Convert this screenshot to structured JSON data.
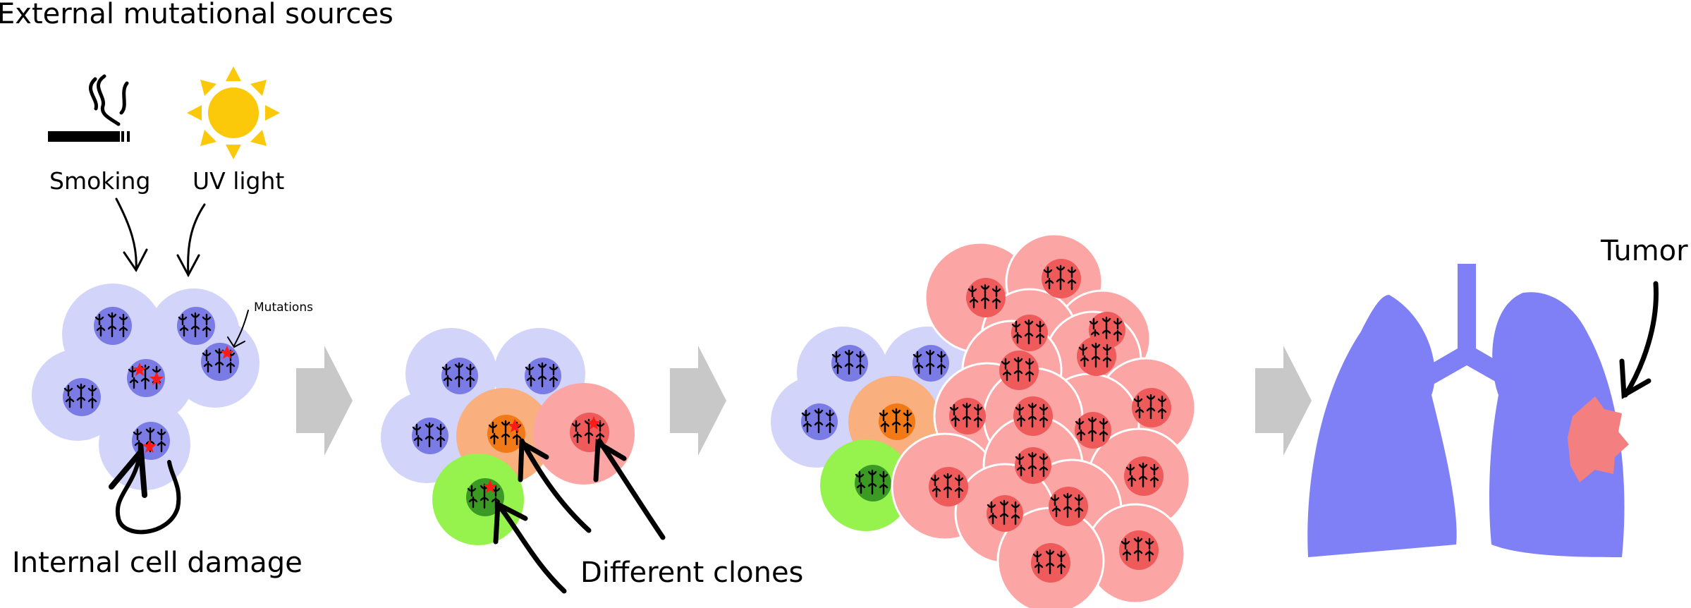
{
  "labels": {
    "title": "External mutational sources",
    "smoking": "Smoking",
    "uv_light": "UV light",
    "mutations": "Mutations",
    "internal_damage": "Internal cell damage",
    "different_clones": "Different clones",
    "tumor": "Tumor"
  },
  "icons": {
    "smoking": "cigarette-icon",
    "uv_light": "sun-icon",
    "step": "right-arrow-icon"
  },
  "colors": {
    "normal_cell": "#d2d4fa",
    "normal_nucleus": "#7b7be6",
    "orange_cell": "#f9b07e",
    "orange_nucleus": "#f27a16",
    "green_cell": "#96f24c",
    "green_nucleus": "#3a9a24",
    "tumor_cell": "#fba5a5",
    "tumor_nucleus": "#ef5a5a",
    "mutation": "#ff1a1a",
    "lung": "#8080f6",
    "tumor": "#f37f80",
    "sun": "#fcc90a",
    "step_arrow": "#c8c8c8"
  }
}
